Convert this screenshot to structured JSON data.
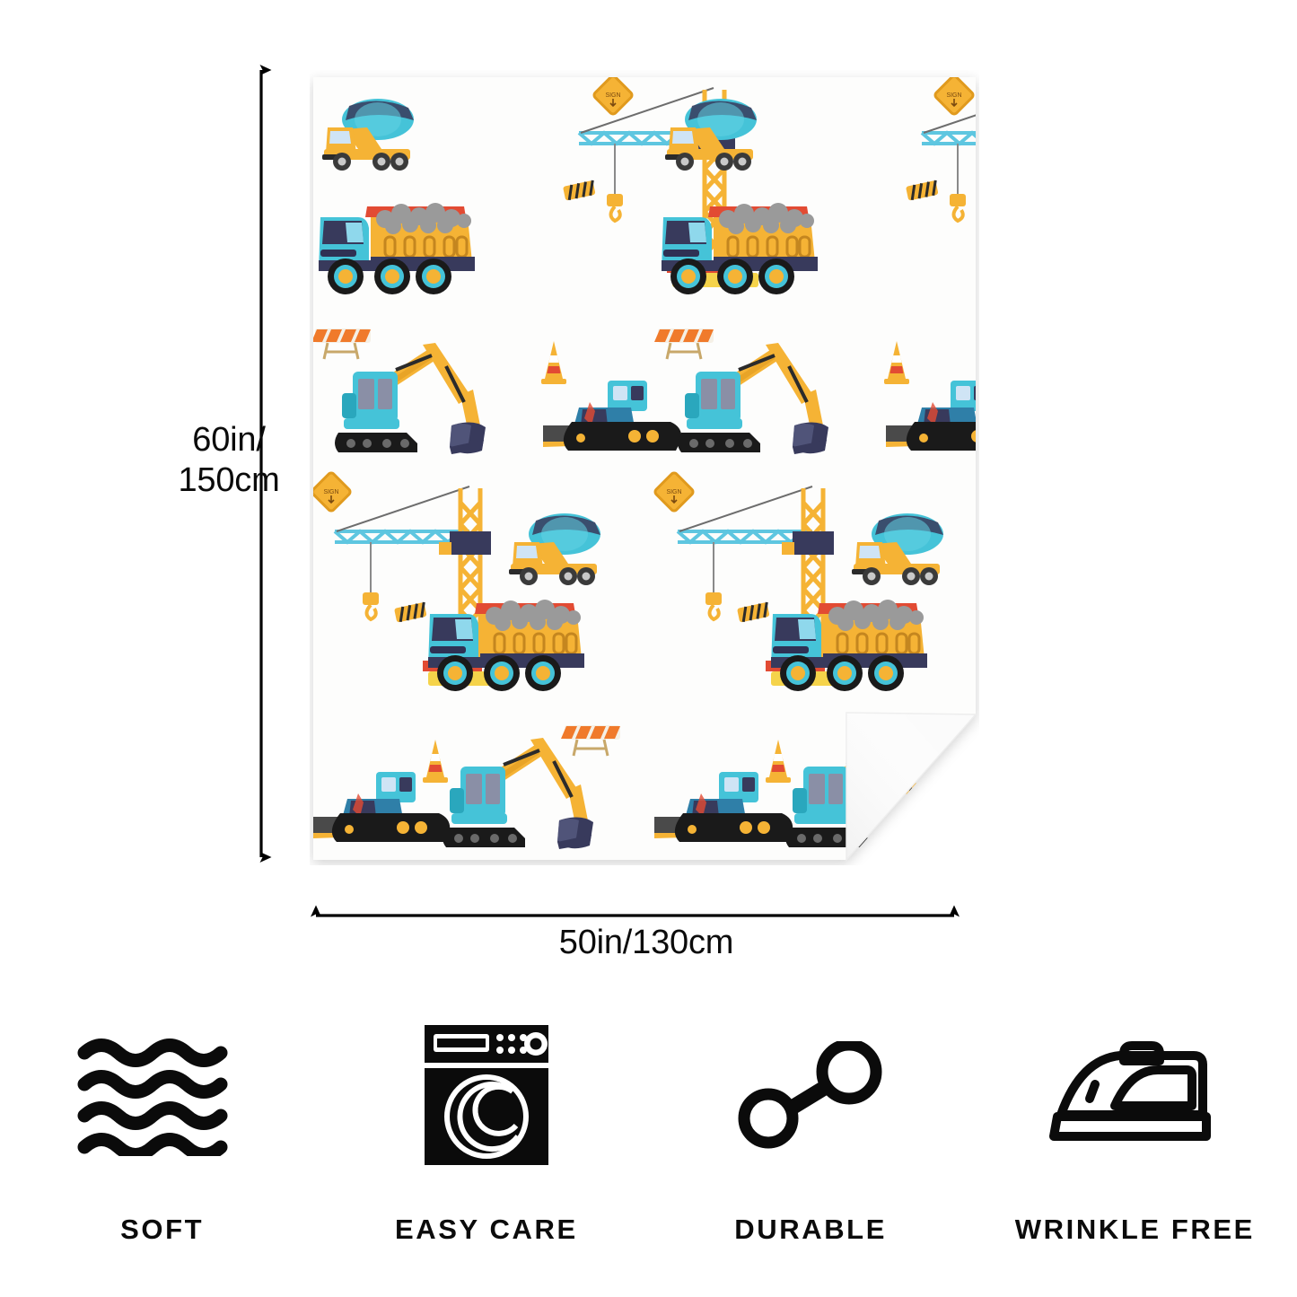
{
  "product": {
    "type": "blanket",
    "pattern_theme": "construction vehicles",
    "background_color": "#ffffff",
    "reverse_side_color": "#ffffff"
  },
  "dimensions": {
    "height_label": "60in/\n150cm",
    "width_label": "50in/130cm",
    "height_in": 60,
    "height_cm": 150,
    "width_in": 50,
    "width_cm": 130,
    "arrow_color": "#000000"
  },
  "pattern": {
    "motifs": [
      "cement-mixer-truck",
      "tower-crane",
      "dump-truck-with-rocks",
      "excavator",
      "bulldozer",
      "traffic-cone",
      "road-barricade",
      "warning-sign",
      "hazard-stripe-block"
    ],
    "colors": {
      "teal": "#45c3d8",
      "teal_dark": "#2aa7bd",
      "navy": "#383a5c",
      "yellow": "#f5b335",
      "yellow_light": "#fbcf5c",
      "orange": "#f07a2b",
      "red": "#e24b33",
      "gray_rock": "#9a9a9a",
      "track_black": "#1a1a1a",
      "crane_blue": "#5ec6e0"
    }
  },
  "features": [
    {
      "icon": "waves-icon",
      "label": "SOFT"
    },
    {
      "icon": "washing-machine-icon",
      "label": "EASY CARE"
    },
    {
      "icon": "dumbbell-icon",
      "label": "DURABLE"
    },
    {
      "icon": "iron-icon",
      "label": "WRINKLE FREE"
    }
  ]
}
